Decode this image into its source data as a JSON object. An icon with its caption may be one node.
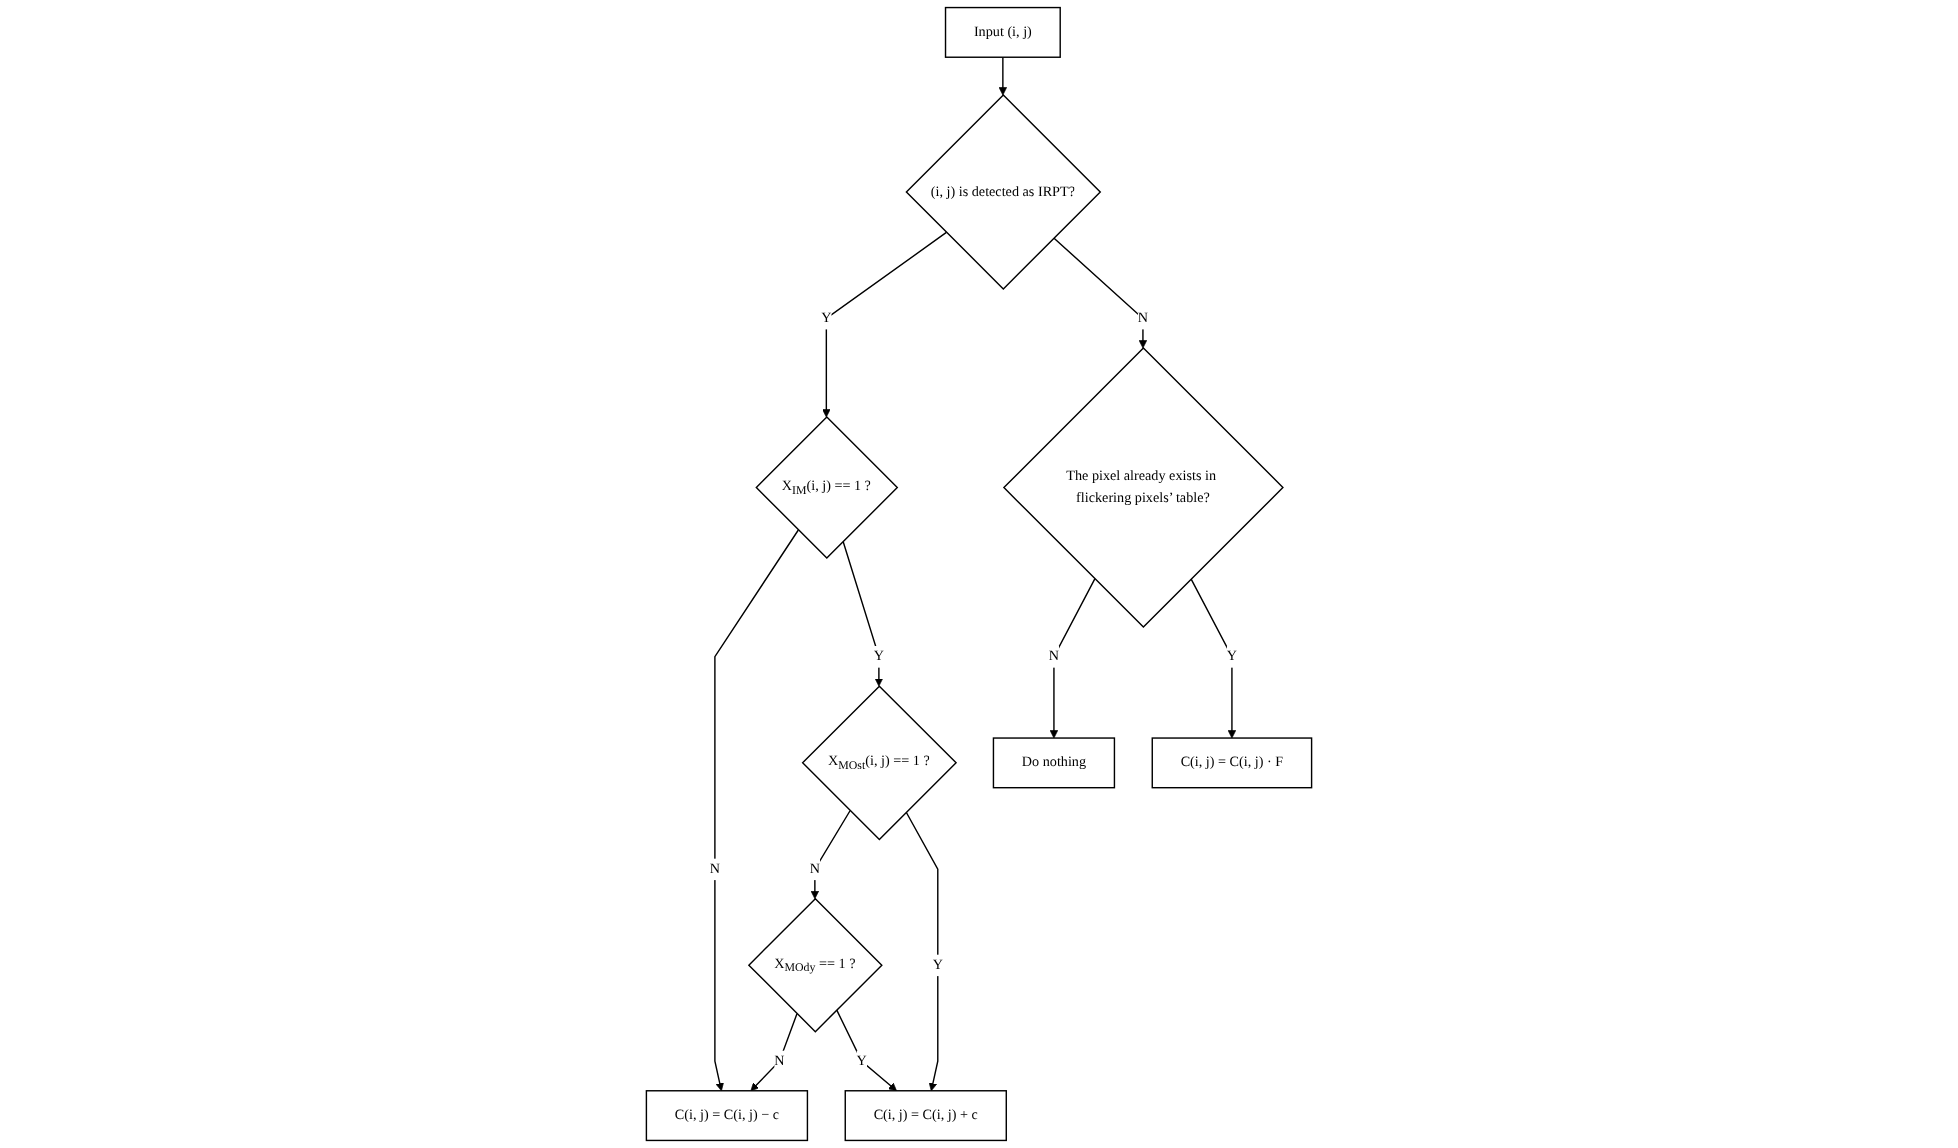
{
  "diagram": {
    "nodes": [
      {
        "text": [
          "Input (i, j)"
        ]
      },
      {
        "text": [
          "(i, j) is detected as IRPT?"
        ]
      },
      {
        "text": [
          "X$_{IM}$(i, j) == 1 ?"
        ]
      },
      {
        "text": [
          "The pixel already exists in flickering pixels’ table?"
        ]
      },
      {
        "text": [
          "X$_{MOst}$(i, j) == 1 ?"
        ]
      },
      {
        "text": [
          "X$_{MOdy}$ == 1 ?"
        ]
      },
      {
        "text": [
          "C(i, j) = C(i, j) − c"
        ]
      },
      {
        "text": [
          "C(i, j) = C(i, j) + c"
        ]
      },
      {
        "text": [
          "C(i, j) = C(i, j) · F"
        ]
      },
      {
        "text": [
          "Do nothing"
        ]
      }
    ],
    "edges": [
      {
        "from": 0,
        "to": 1,
        "arrow": "to"
      },
      {
        "from": 1,
        "to": 2,
        "arrow": "to",
        "label": "Y"
      },
      {
        "from": 1,
        "to": 3,
        "arrow": "to",
        "label": "N"
      },
      {
        "from": 2,
        "to": 6,
        "arrow": "to",
        "label": "N"
      },
      {
        "from": 2,
        "to": 4,
        "arrow": "to",
        "label": "Y"
      },
      {
        "from": 3,
        "to": 9,
        "arrow": "to",
        "label": "N"
      },
      {
        "from": 3,
        "to": 8,
        "arrow": "to",
        "label": "Y"
      },
      {
        "from": 4,
        "to": 5,
        "arrow": "to",
        "label": "N"
      },
      {
        "from": 4,
        "to": 7,
        "arrow": "to",
        "label": "Y"
      },
      {
        "from": 5,
        "to": 6,
        "arrow": "to",
        "label": "N"
      },
      {
        "from": 5,
        "to": 7,
        "arrow": "to",
        "label": "Y"
      }
    ]
  }
}
